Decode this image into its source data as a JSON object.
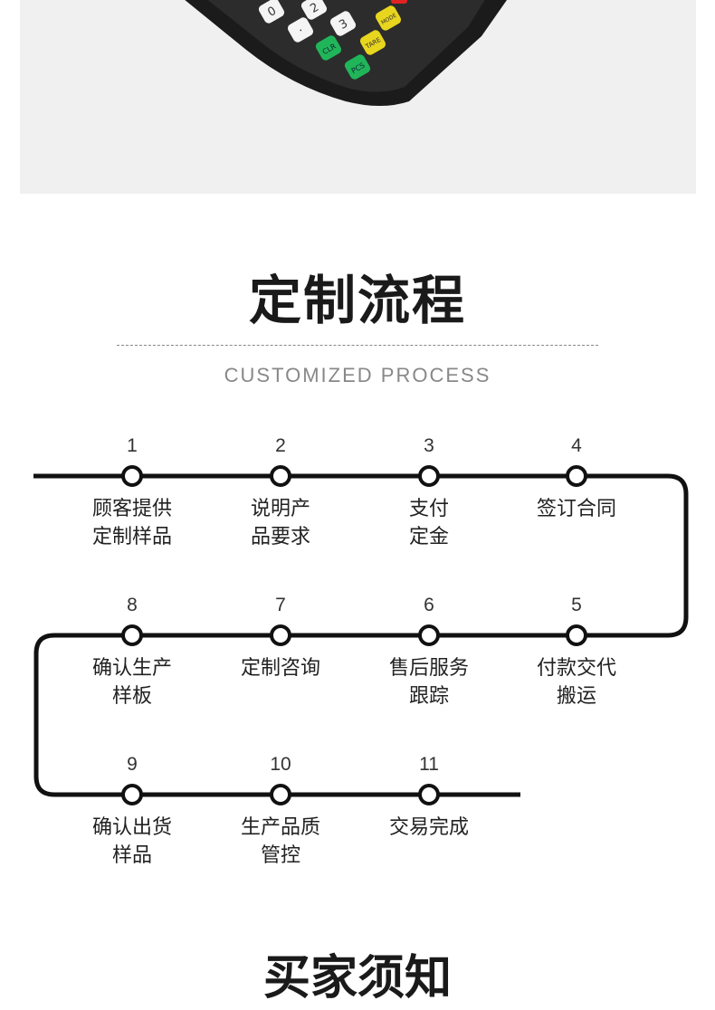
{
  "title": "定制流程",
  "subtitle": "CUSTOMIZED PROCESS",
  "bottom_title": "买家须知",
  "product_keys": [
    "0",
    "2",
    "3",
    "·",
    "MODE",
    "TARE",
    "CLR",
    "PCS"
  ],
  "steps": [
    {
      "num": "1",
      "lines": [
        "顾客提供",
        "定制样品"
      ]
    },
    {
      "num": "2",
      "lines": [
        "说明产",
        "品要求"
      ]
    },
    {
      "num": "3",
      "lines": [
        "支付",
        "定金"
      ]
    },
    {
      "num": "4",
      "lines": [
        "签订合同"
      ]
    },
    {
      "num": "5",
      "lines": [
        "付款交代",
        "搬运"
      ]
    },
    {
      "num": "6",
      "lines": [
        "售后服务",
        "跟踪"
      ]
    },
    {
      "num": "7",
      "lines": [
        "定制咨询"
      ]
    },
    {
      "num": "8",
      "lines": [
        "确认生产",
        "样板"
      ]
    },
    {
      "num": "9",
      "lines": [
        "确认出货",
        "样品"
      ]
    },
    {
      "num": "10",
      "lines": [
        "生产品质",
        "管控"
      ]
    },
    {
      "num": "11",
      "lines": [
        "交易完成"
      ]
    }
  ]
}
